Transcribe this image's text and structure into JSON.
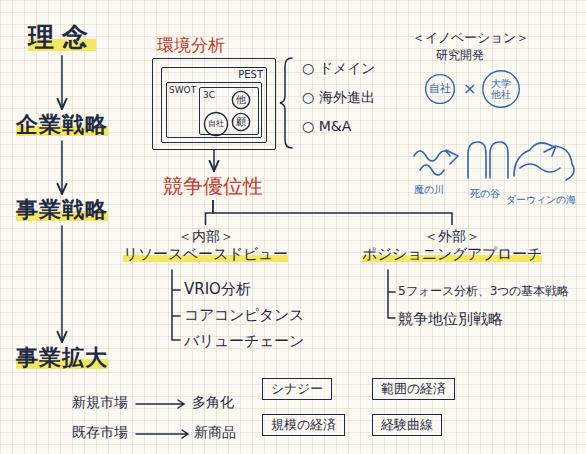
{
  "diagram": {
    "nodes": [
      {
        "text": [
          "理念"
        ]
      },
      {
        "text": [
          "企業戦略"
        ]
      },
      {
        "text": [
          "事業戦略"
        ]
      },
      {
        "text": [
          "事業拡大"
        ]
      },
      {
        "text": [
          "環境分析"
        ]
      },
      {
        "text": [
          "PEST"
        ],
        "in": 4
      },
      {
        "text": [
          "SWOT"
        ],
        "in": 5
      },
      {
        "text": [
          "3C"
        ],
        "in": 6
      },
      {
        "text": [
          "他"
        ],
        "in": 7
      },
      {
        "text": [
          "自社"
        ],
        "in": 7
      },
      {
        "text": [
          "顧"
        ],
        "in": 7
      },
      {
        "text": [
          "競争優位性"
        ]
      },
      {
        "text": [
          "＜内部＞",
          "リソースベースドビュー"
        ]
      },
      {
        "text": [
          "＜外部＞",
          "ポジショニングアプローチ"
        ]
      },
      {
        "text": [
          "自社"
        ]
      },
      {
        "text": [
          "大学 他社"
        ]
      },
      {
        "text": [
          "シナジー"
        ]
      },
      {
        "text": [
          "範囲の経済"
        ]
      },
      {
        "text": [
          "規模の経済"
        ]
      },
      {
        "text": [
          "経験曲線"
        ]
      }
    ],
    "edges": [
      {
        "from": 0,
        "to": 1,
        "arrow": "to"
      },
      {
        "from": 1,
        "to": 2,
        "arrow": "to"
      },
      {
        "from": 2,
        "to": 3,
        "arrow": "to"
      },
      {
        "from": 4,
        "to": 11,
        "arrow": "to"
      },
      {
        "from": 11,
        "to": 12,
        "arrow": "none"
      },
      {
        "from": 11,
        "to": 13,
        "arrow": "none"
      }
    ],
    "labels": [
      "○ ドメイン",
      "○ 海外進出",
      "○ M&A",
      "＜イノベーション＞",
      "研究開発",
      "×",
      "魔の川",
      "死の谷",
      "ダーウィンの海",
      "VRIO分析",
      "コアコンピタンス",
      "バリューチェーン",
      "5フォース分析、3つの基本戦略",
      "競争地位別戦略",
      "新規市場",
      "多角化",
      "既存市場",
      "新商品"
    ]
  }
}
